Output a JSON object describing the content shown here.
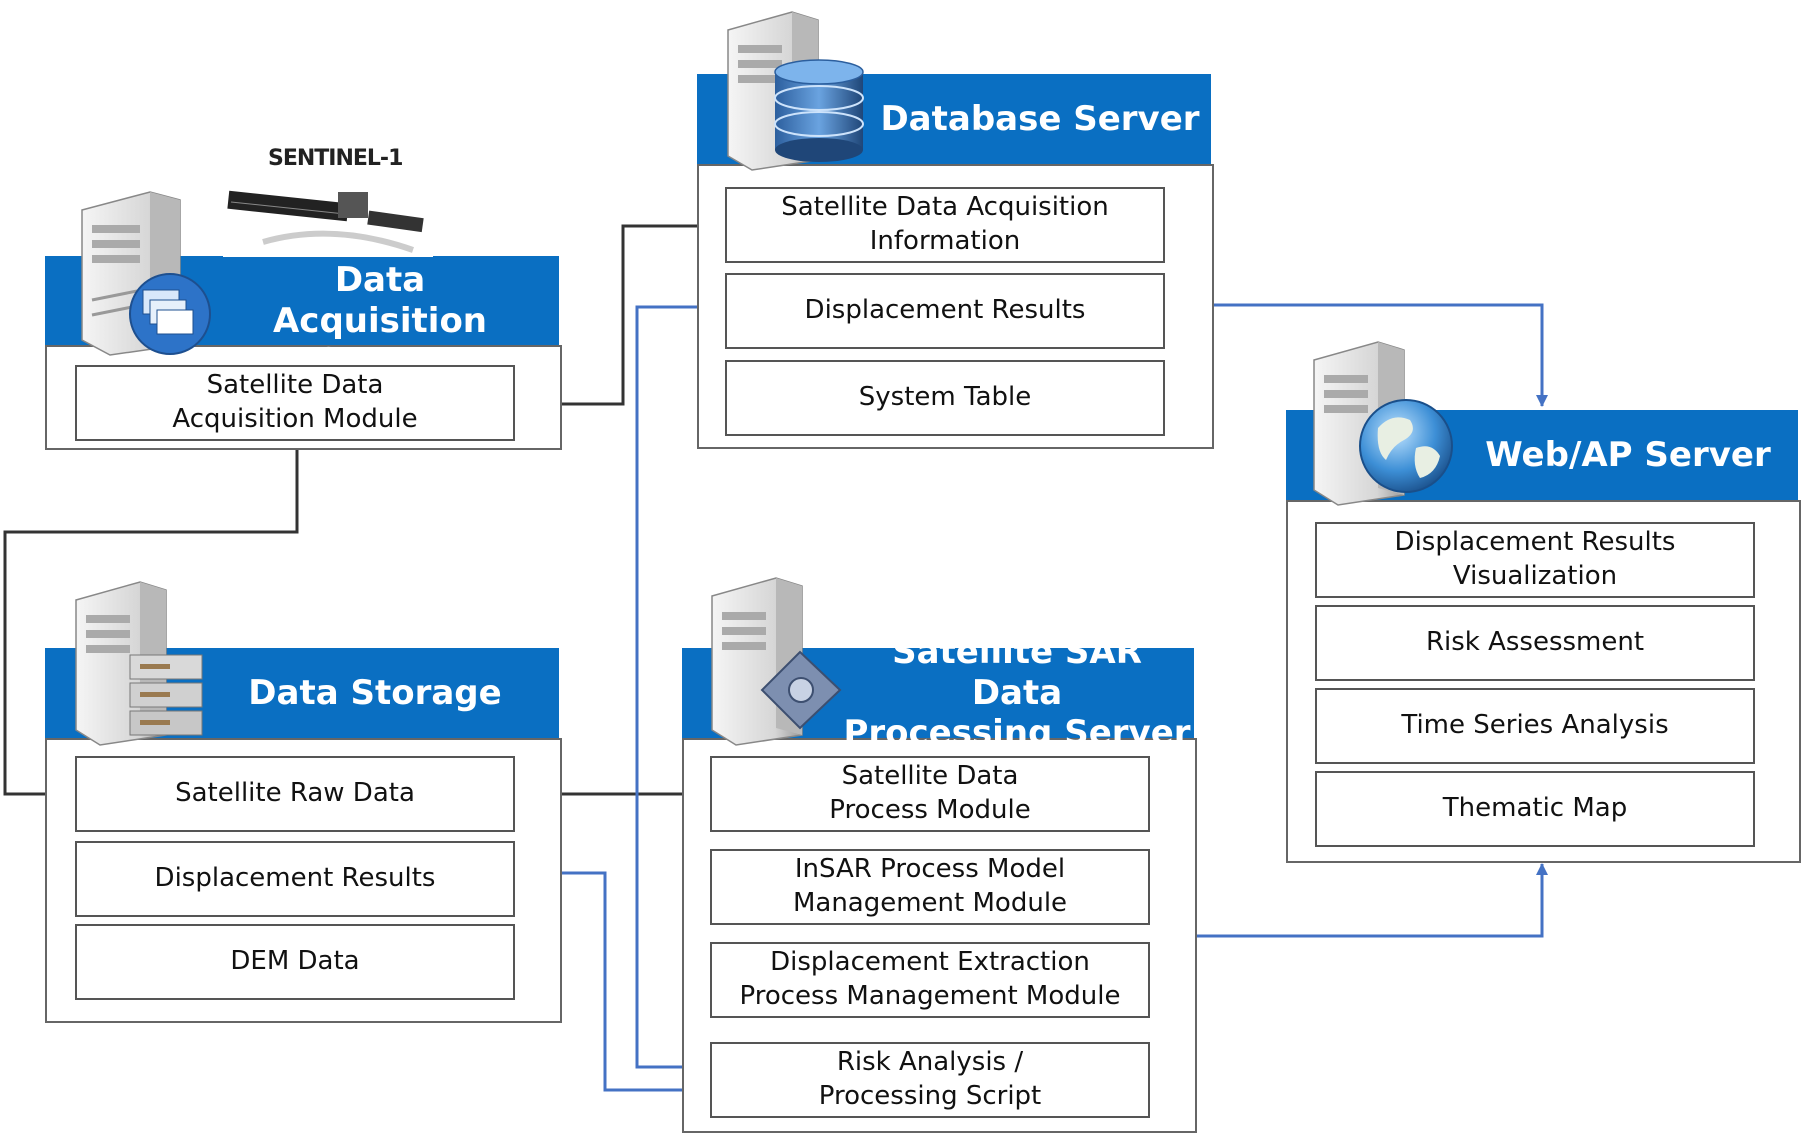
{
  "logo": {
    "text": "SENTINEL-1"
  },
  "servers": {
    "acquisition": {
      "title": "Satellite SAR Data\nAcquisition Server",
      "modules": [
        "Satellite Data\nAcquisition Module"
      ]
    },
    "database": {
      "title": "Database Server",
      "modules": [
        "Satellite Data Acquisition\nInformation",
        "Displacement Results",
        "System Table"
      ]
    },
    "storage": {
      "title": "Data Storage",
      "modules": [
        "Satellite Raw Data",
        "Displacement Results",
        "DEM Data"
      ]
    },
    "processing": {
      "title": "Satellite SAR Data\nProcessing Server",
      "modules": [
        "Satellite Data\nProcess Module",
        "InSAR Process Model\nManagement Module",
        "Displacement Extraction\nProcess Management Module",
        "Risk Analysis /\nProcessing Script"
      ]
    },
    "web": {
      "title": "Web/AP Server",
      "modules": [
        "Displacement Results\nVisualization",
        "Risk Assessment",
        "Time Series Analysis",
        "Thematic Map"
      ]
    }
  },
  "colors": {
    "header": "#0a6fc2",
    "arrow_dark": "#333333",
    "arrow_blue": "#4472c4"
  }
}
